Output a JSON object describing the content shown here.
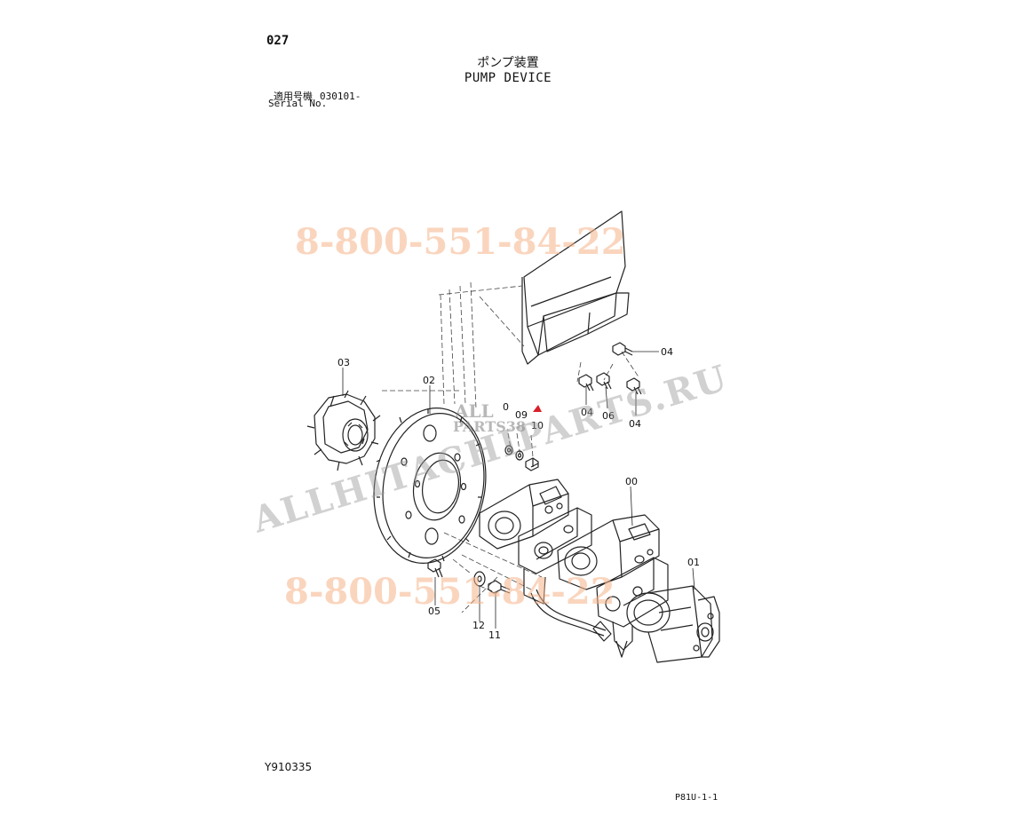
{
  "header": {
    "page_number": "027",
    "title_jp": "ポンプ装置",
    "title_en": "PUMP DEVICE",
    "serial_label_jp": "適用号機",
    "serial_value": "030101-",
    "serial_label_en": "Serial No."
  },
  "footer": {
    "drawing_code": "Y910335",
    "page_code": "P81U-1-1"
  },
  "callouts": {
    "c00": "00",
    "c01": "01",
    "c02": "02",
    "c03": "03",
    "c04a": "04",
    "c04b": "04",
    "c04c": "04",
    "c05": "05",
    "c06": "06",
    "c09": "09",
    "c0x": "0",
    "c10": "10",
    "c11": "11",
    "c12": "12"
  },
  "watermarks": {
    "phone_top": "8-800-551-84-22",
    "phone_bottom": "8-800-551-84-22",
    "site": "ALLHITACHIPARTS.RU",
    "logo_line1": "ALL",
    "logo_line2": "PARTS38"
  },
  "colors": {
    "line": "#222222",
    "phone_watermark": "#f6b48a",
    "site_watermark": "#9a9a9a",
    "logo_accent": "#d8202a"
  }
}
